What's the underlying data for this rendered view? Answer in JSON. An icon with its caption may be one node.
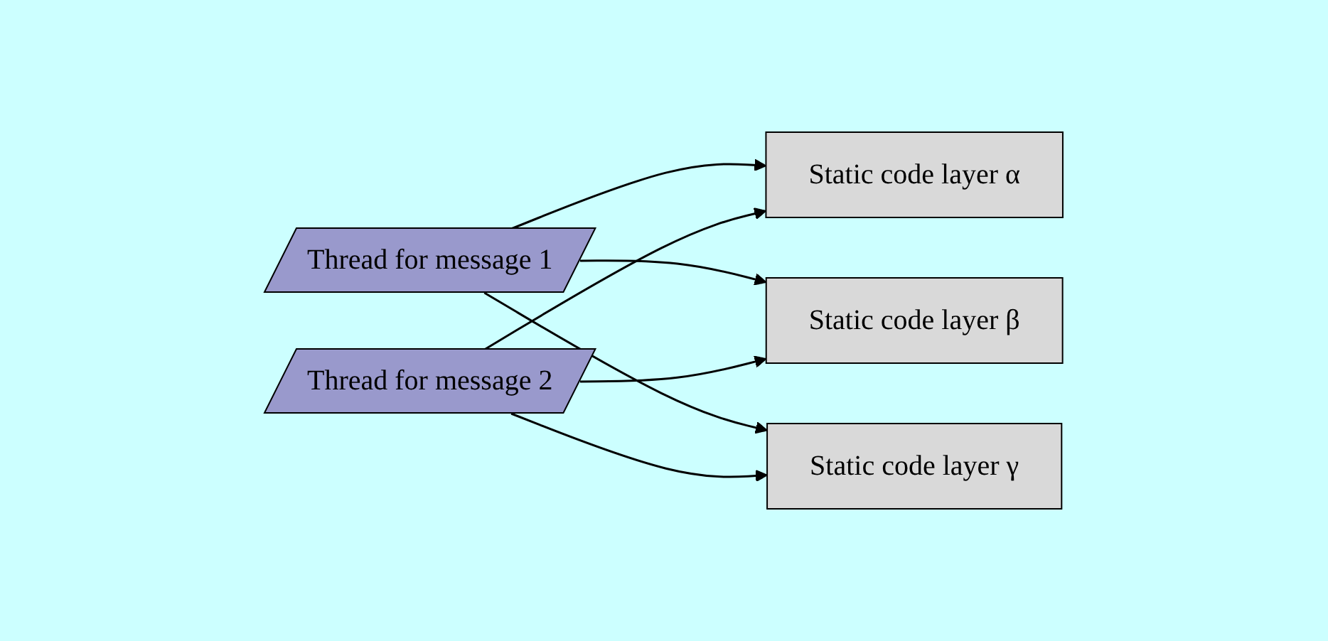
{
  "diagram": {
    "nodes": [
      {
        "text": [
          "Thread for message 1"
        ]
      },
      {
        "text": [
          "Static code layer α"
        ]
      },
      {
        "text": [
          "Static code layer β"
        ]
      },
      {
        "text": [
          "Static code layer γ"
        ]
      },
      {
        "text": [
          "Thread for message 2"
        ]
      }
    ],
    "edges": [
      {
        "from": 0,
        "to": 1,
        "arrow": "to"
      },
      {
        "from": 0,
        "to": 2,
        "arrow": "to"
      },
      {
        "from": 0,
        "to": 3,
        "arrow": "to"
      },
      {
        "from": 4,
        "to": 1,
        "arrow": "to"
      },
      {
        "from": 4,
        "to": 2,
        "arrow": "to"
      },
      {
        "from": 4,
        "to": 3,
        "arrow": "to"
      }
    ]
  }
}
